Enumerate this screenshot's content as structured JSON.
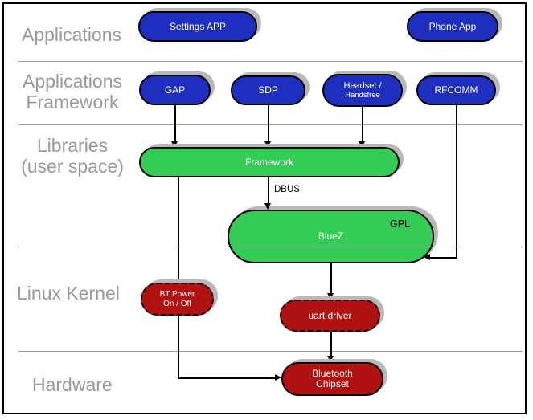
{
  "layers": {
    "applications": {
      "label": "Applications"
    },
    "applications_framework": {
      "line1": "Applications",
      "line2": "Framework"
    },
    "libraries": {
      "line1": "Libraries",
      "line2": "(user space)"
    },
    "linux_kernel": {
      "label": "Linux Kernel"
    },
    "hardware": {
      "label": "Hardware"
    }
  },
  "nodes": {
    "settings_app": {
      "label": "Settings APP"
    },
    "phone_app": {
      "label": "Phone App"
    },
    "gap": {
      "label": "GAP"
    },
    "sdp": {
      "label": "SDP"
    },
    "headset": {
      "line1": "Headset /",
      "line2": "Handsfree"
    },
    "rfcomm": {
      "label": "RFCOMM"
    },
    "framework": {
      "label": "Framework"
    },
    "bluez": {
      "label": "BlueZ",
      "license": "GPL"
    },
    "bt_power": {
      "line1": "BT Power",
      "line2": "On / Off"
    },
    "uart_driver": {
      "label": "uart driver"
    },
    "bluetooth_chipset": {
      "line1": "Bluetooth",
      "line2": "Chipset"
    }
  },
  "edges": {
    "dbus_label": "DBUS"
  },
  "connections": [
    {
      "from": "GAP",
      "to": "Framework"
    },
    {
      "from": "SDP",
      "to": "Framework"
    },
    {
      "from": "Headset / Handsfree",
      "to": "Framework"
    },
    {
      "from": "RFCOMM",
      "to": "BlueZ"
    },
    {
      "from": "Framework",
      "to": "BlueZ",
      "label": "DBUS"
    },
    {
      "from": "Framework",
      "to": "Bluetooth Chipset",
      "via": "BT Power On / Off"
    },
    {
      "from": "BlueZ",
      "to": "uart driver"
    },
    {
      "from": "uart driver",
      "to": "Bluetooth Chipset"
    }
  ],
  "colors": {
    "app_node": "#1e2fc0",
    "userspace_node": "#33cc55",
    "kernel_node": "#b01111",
    "shadow": "#b8b8b8",
    "layer_label": "#999999",
    "separator": "#999999"
  }
}
